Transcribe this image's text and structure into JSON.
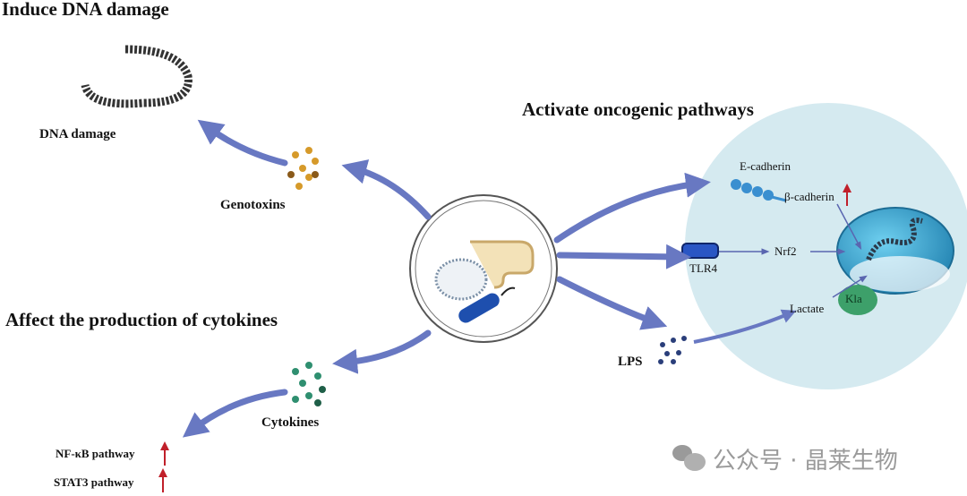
{
  "headings": {
    "induce": "Induce DNA damage",
    "activate": "Activate oncogenic pathways",
    "affect": "Affect the production of cytokines"
  },
  "labels": {
    "dna_damage": "DNA damage",
    "genotoxins": "Genotoxins",
    "cytokines": "Cytokines",
    "nfkb": "NF-κB pathway",
    "stat3": "STAT3 pathway",
    "lps": "LPS",
    "e_cadherin": "E-cadherin",
    "b_cadherin": "β-cadherin",
    "tlr4": "TLR4",
    "nrf2": "Nrf2",
    "lactate": "Lactate",
    "kla": "Kla"
  },
  "watermark": {
    "text": "公众号 · 晶莱生物"
  },
  "colors": {
    "arrow": "#6878c2",
    "up_arrow": "#c0202a",
    "cell_bg": "#d5eaf0",
    "nucleus": "#3aa9d6",
    "kla": "#3da06a"
  }
}
